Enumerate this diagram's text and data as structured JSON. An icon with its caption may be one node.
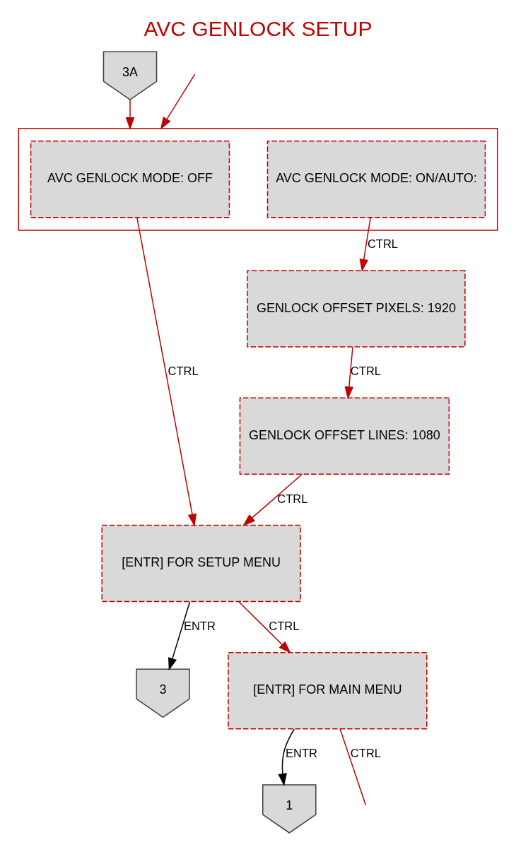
{
  "diagram": {
    "title": "AVC GENLOCK SETUP",
    "nodes": [
      {
        "text": [
          "3A"
        ]
      },
      {
        "text": [],
        "shape": "box"
      },
      {
        "text": [
          "AVC GENLOCK MODE: OFF"
        ],
        "in": 1
      },
      {
        "text": [
          "AVC GENLOCK MODE: ON/AUTO:"
        ],
        "in": 1
      },
      {
        "text": [
          "GENLOCK OFFSET PIXELS: 1920"
        ]
      },
      {
        "text": [
          "GENLOCK OFFSET LINES: 1080"
        ]
      },
      {
        "text": [
          "[ENTR] FOR SETUP MENU"
        ]
      },
      {
        "text": [
          "3"
        ]
      },
      {
        "text": [
          "[ENTR] FOR MAIN MENU"
        ]
      },
      {
        "text": [
          "1"
        ]
      }
    ],
    "edges": [
      {
        "from": 0,
        "to": 1,
        "arrow": "to"
      },
      {
        "from": 2,
        "to": 6,
        "arrow": "to",
        "label": "CTRL"
      },
      {
        "from": 3,
        "to": 4,
        "arrow": "to",
        "label": "CTRL"
      },
      {
        "from": 4,
        "to": 5,
        "arrow": "to",
        "label": "CTRL"
      },
      {
        "from": 5,
        "to": 6,
        "arrow": "to",
        "label": "CTRL"
      },
      {
        "from": 6,
        "to": 7,
        "arrow": "to",
        "label": "ENTR",
        "color": "#000000"
      },
      {
        "from": 6,
        "to": 8,
        "arrow": "to",
        "label": "CTRL"
      },
      {
        "from": 8,
        "to": 9,
        "arrow": "to",
        "label": "ENTR",
        "color": "#000000"
      },
      {
        "from": 8,
        "to": null,
        "arrow": "none",
        "label": "CTRL"
      },
      {
        "from": null,
        "to": 1,
        "arrow": "to"
      }
    ]
  }
}
